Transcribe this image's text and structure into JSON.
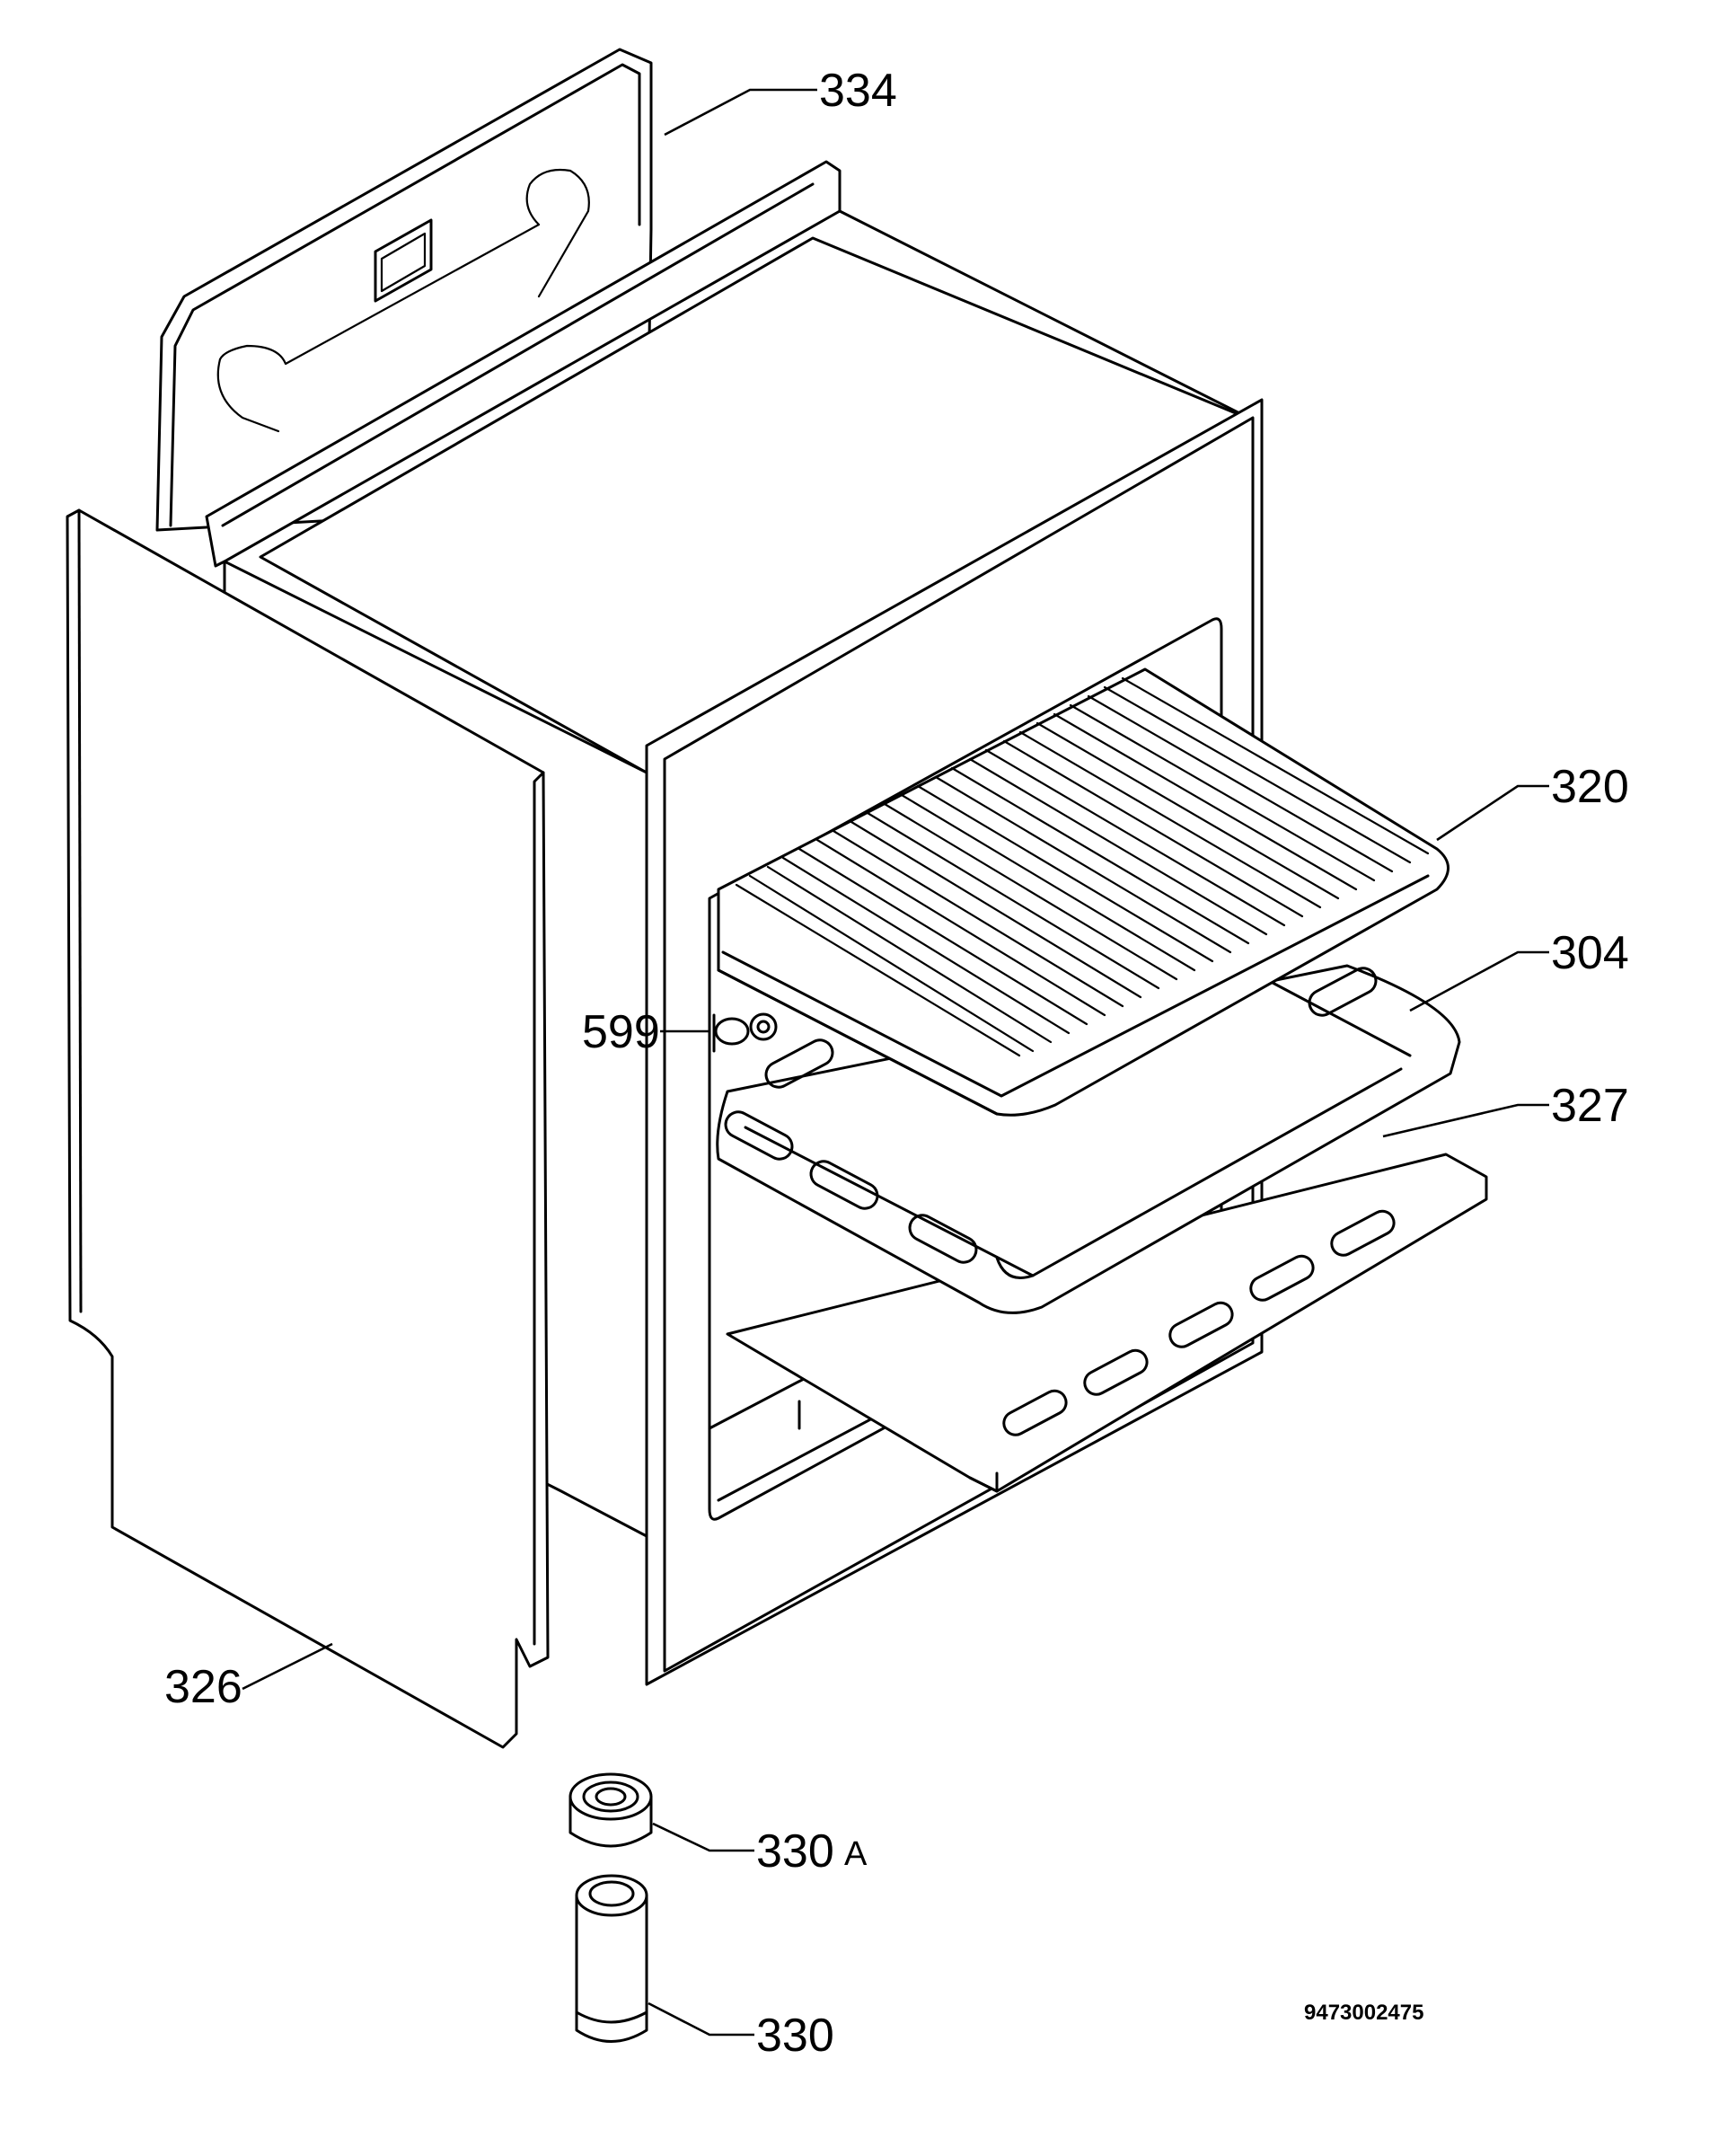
{
  "diagram": {
    "labels": {
      "p334": "334",
      "p320": "320",
      "p304": "304",
      "p327": "327",
      "p599": "599",
      "p326": "326",
      "p330a_num": "330",
      "p330a_suffix": "A",
      "p330": "330"
    },
    "document_number": "9473002475"
  }
}
